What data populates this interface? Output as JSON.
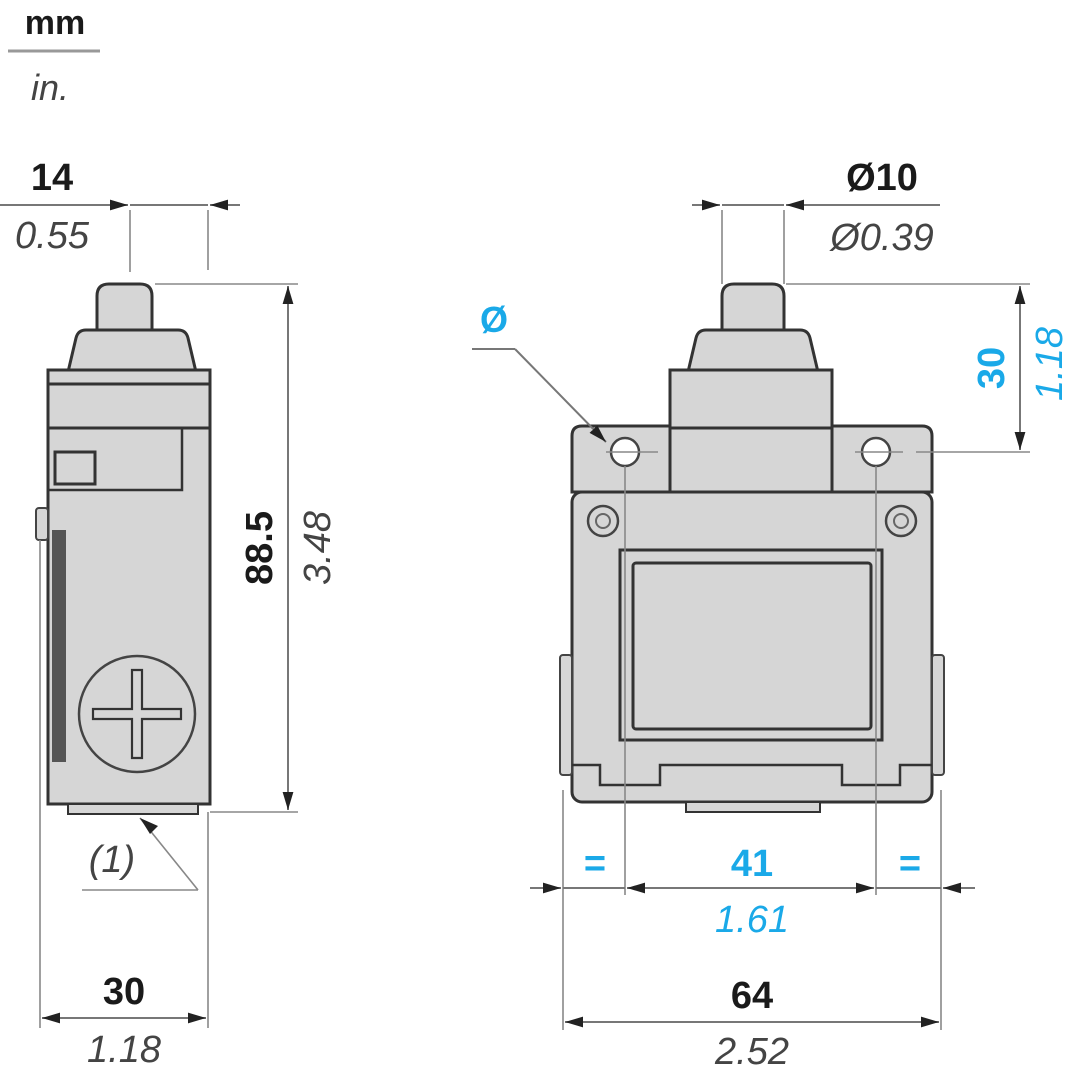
{
  "units": {
    "primary": "mm",
    "secondary": "in."
  },
  "colors": {
    "dimension_text": "#1a1a1a",
    "secondary_text": "#444444",
    "highlight": "#1aa9e8",
    "body_fill": "#d6d6d6",
    "outline": "#333333"
  },
  "side_view": {
    "plunger_width": {
      "mm": "14",
      "in": "0.55"
    },
    "height": {
      "mm": "88.5",
      "in": "3.48"
    },
    "width": {
      "mm": "30",
      "in": "1.18"
    },
    "note_label": "(1)"
  },
  "front_view": {
    "plunger_diameter": {
      "mm": "Ø10",
      "in": "Ø0.39"
    },
    "mounting_hole_label": "Ø",
    "plunger_to_hole": {
      "mm": "30",
      "in": "1.18"
    },
    "hole_spacing": {
      "mm": "41",
      "in": "1.61"
    },
    "equal_left": "=",
    "equal_right": "=",
    "width": {
      "mm": "64",
      "in": "2.52"
    }
  }
}
